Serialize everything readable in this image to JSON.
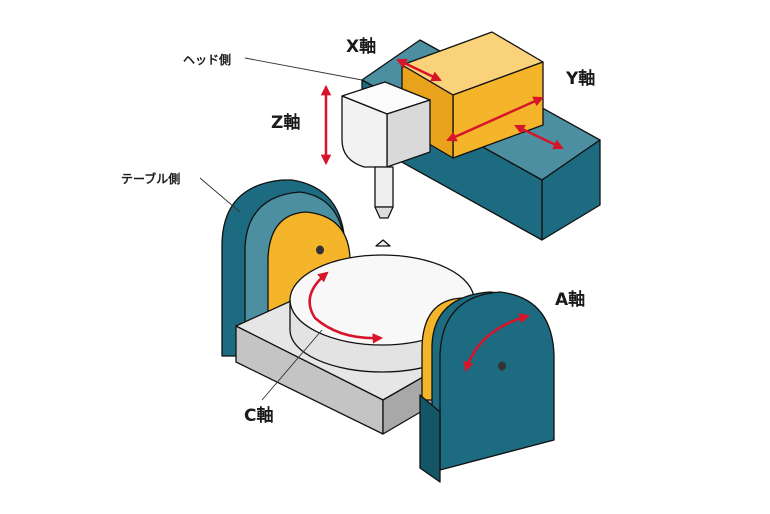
{
  "labels": {
    "x_axis": "X軸",
    "y_axis": "Y軸",
    "z_axis": "Z軸",
    "a_axis": "A軸",
    "c_axis": "C軸",
    "head_side": "ヘッド側",
    "table_side": "テーブル側"
  },
  "colors": {
    "teal_front": "#1c6b80",
    "teal_top": "#4b8fa0",
    "yellow_front": "#f5b52a",
    "yellow_top": "#fad27a",
    "head": "#f2f2f2",
    "base_top": "#e6e6e6",
    "base_side": "#bdbdbd",
    "arrow": "#d6142a"
  }
}
